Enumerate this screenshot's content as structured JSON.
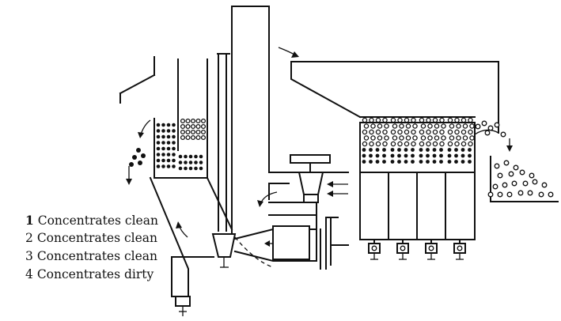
{
  "legend": {
    "items": [
      {
        "num": "1",
        "text": "Concentrates clean"
      },
      {
        "num": "2",
        "text": "Concentrates clean"
      },
      {
        "num": "3",
        "text": "Concentrates clean"
      },
      {
        "num": "4",
        "text": "Concentrates dirty"
      }
    ]
  },
  "colors": {
    "ink": "#111111",
    "paper": "#ffffff"
  }
}
